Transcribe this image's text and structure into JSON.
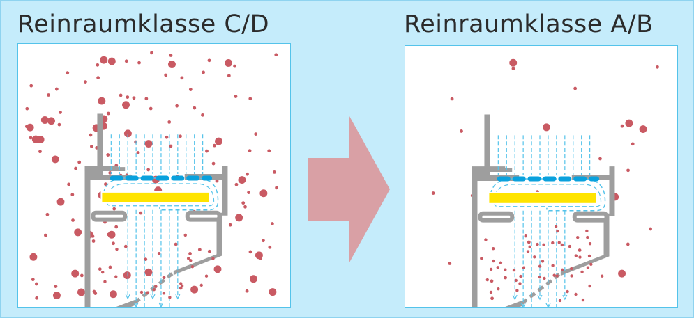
{
  "panels": [
    {
      "title": "Reinraumklasse C/D",
      "contamination": "high"
    },
    {
      "title": "Reinraumklasse A/B",
      "contamination": "low"
    }
  ],
  "colors": {
    "background": "#c5ecfb",
    "panel_border": "#54c3ea",
    "particle": "#c95a63",
    "housing": "#9e9e9e",
    "filter": "#ffe400",
    "airflow": "#54c3ea",
    "arrow": "#d9a0a5"
  }
}
